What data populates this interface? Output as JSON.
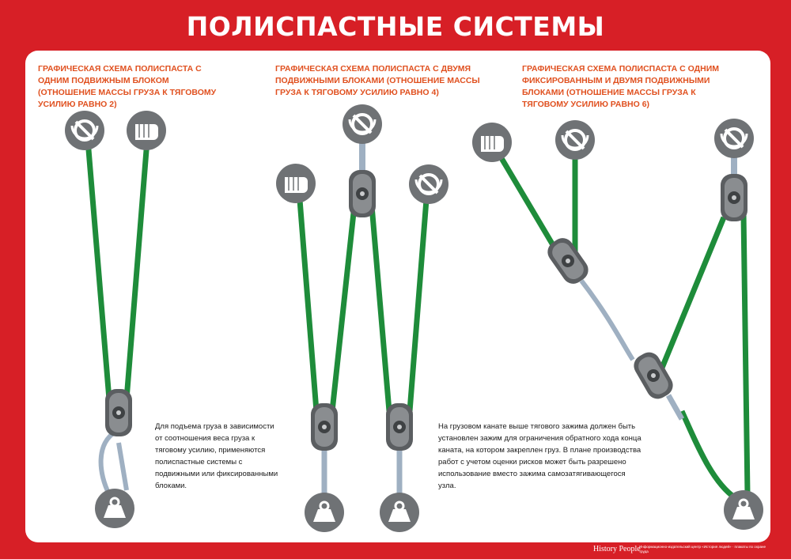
{
  "header": {
    "title": "ПОЛИСПАСТНЫЕ СИСТЕМЫ"
  },
  "schemes": [
    {
      "caption": "ГРАФИЧЕСКАЯ СХЕМА ПОЛИСПАСТА С ОДНИМ ПОДВИЖНЫМ БЛОКОМ (ОТНОШЕНИЕ МАССЫ ГРУЗА К ТЯГОВОМУ УСИЛИЮ РАВНО 2)"
    },
    {
      "caption": "ГРАФИЧЕСКАЯ СХЕМА ПОЛИСПАСТА С ДВУМЯ ПОДВИЖНЫМИ БЛОКАМИ (ОТНОШЕНИЕ МАССЫ ГРУЗА К ТЯГОВОМУ УСИЛИЮ РАВНО 4)"
    },
    {
      "caption": "ГРАФИЧЕСКАЯ СХЕМА ПОЛИСПАСТА С ОДНИМ ФИКСИРОВАННЫМ И ДВУМЯ ПОДВИЖНЫМИ БЛОКАМИ (ОТНОШЕНИЕ МАССЫ ГРУЗА К ТЯГОВОМУ УСИЛИЮ РАВНО 6)"
    }
  ],
  "notes": {
    "left": "Для подъема груза в зависимости от соотношения веса груза к тяговому усилию, применяются полиспастные системы с подвижными или фиксированными блоками.",
    "right": "На грузовом канате выше тягового зажима должен быть установлен зажим для ограничения обратного хода конца каната, на котором закреплен груз. В плане производства работ с учетом оценки рисков может быть разрешено использование вместо зажима самозатягивающегося узла."
  },
  "footer": {
    "logo": "History People",
    "info": "Информационно-издательский центр «История людей» · плакаты по охране труда"
  },
  "colors": {
    "background": "#d71f26",
    "caption": "#e0501f",
    "rope": "#1e8c3a",
    "metal": "#7a7d80",
    "carabiner": "#9fb0c2"
  },
  "icons": {
    "anchor": "anchor-point-icon",
    "hand": "hand-pull-icon",
    "load": "load-weight-icon",
    "pulley": "pulley-block-icon"
  }
}
